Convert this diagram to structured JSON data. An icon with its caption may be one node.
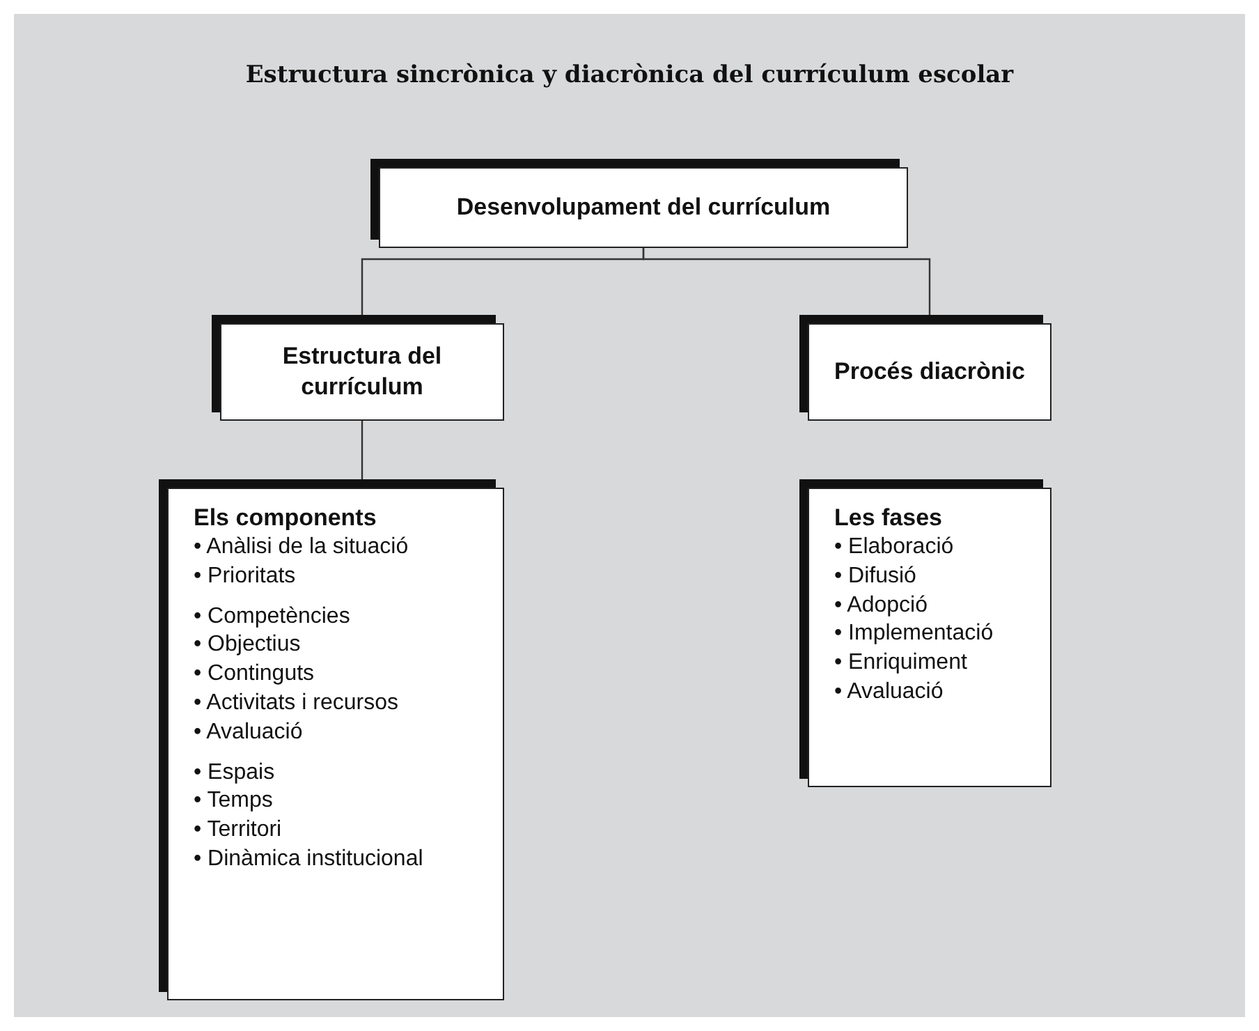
{
  "diagram": {
    "title": "Estructura sincrònica y diacrònica del currículum escolar",
    "nodes": [
      {
        "text": [
          "Desenvolupament del currículum"
        ]
      },
      {
        "text": [
          "Estructura del currículum"
        ]
      },
      {
        "text": [
          "Procés diacrònic"
        ]
      },
      {
        "text": [
          "Els components",
          "• Anàlisi de la situació",
          "• Prioritats",
          "• Competències",
          "• Objectius",
          "• Continguts",
          "• Activitats i recursos",
          "• Avaluació",
          "• Espais",
          "• Temps",
          "• Territori",
          "• Dinàmica institucional"
        ]
      },
      {
        "text": [
          "Les fases",
          "• Elaboració",
          "• Difusió",
          "• Adopció",
          "• Implementació",
          "• Enriquiment",
          "• Avaluació"
        ]
      }
    ],
    "edges": [
      {
        "from": 0,
        "to": 1,
        "arrow": "none"
      },
      {
        "from": 0,
        "to": 2,
        "arrow": "none"
      },
      {
        "from": 1,
        "to": 3,
        "arrow": "none"
      }
    ]
  }
}
